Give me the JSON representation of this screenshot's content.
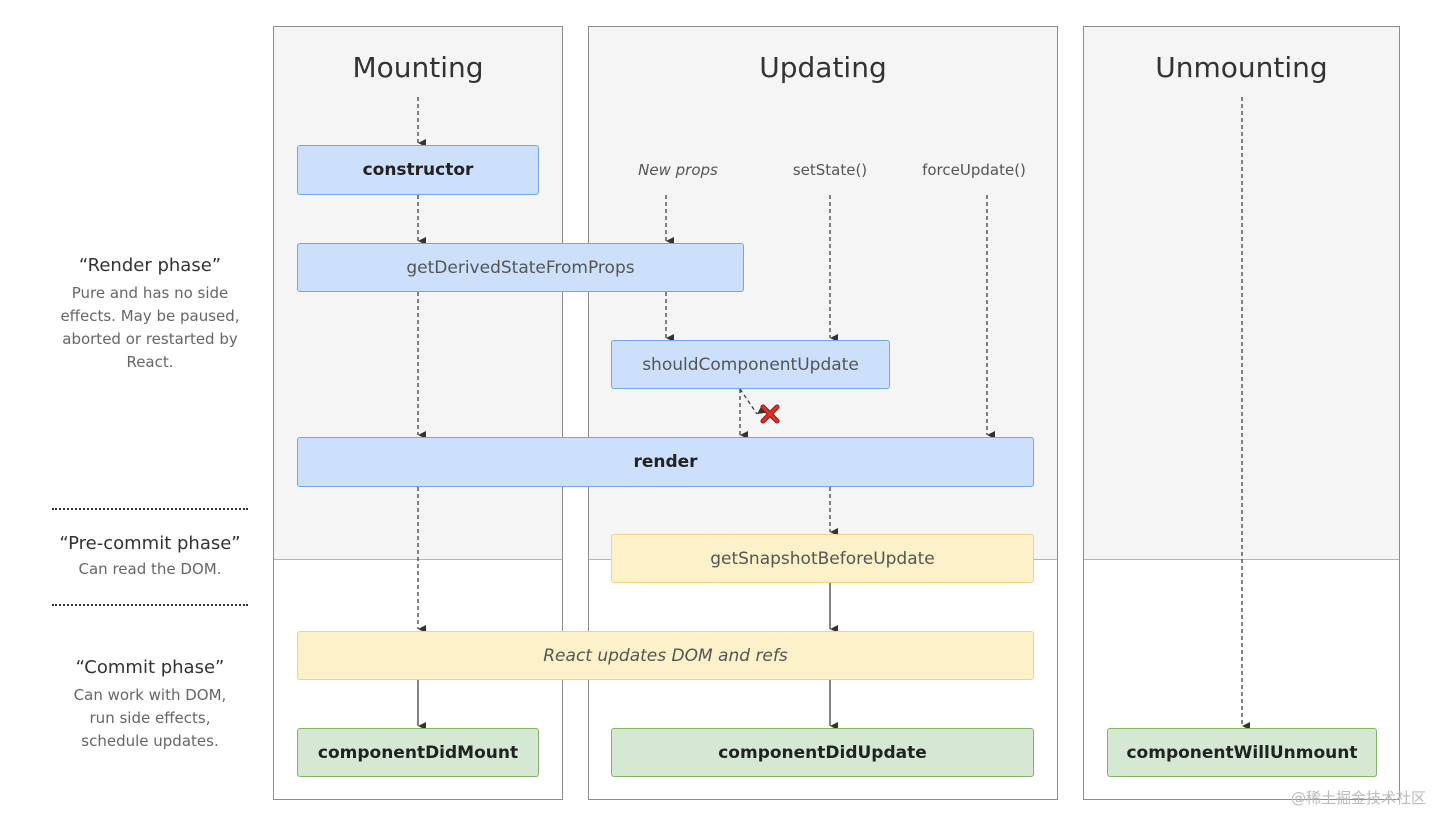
{
  "columns": {
    "mounting": "Mounting",
    "updating": "Updating",
    "unmounting": "Unmounting"
  },
  "triggers": {
    "new_props": "New props",
    "set_state": "setState()",
    "force_update": "forceUpdate()"
  },
  "methods": {
    "constructor": "constructor",
    "get_derived": "getDerivedStateFromProps",
    "should_update": "shouldComponentUpdate",
    "render": "render",
    "snapshot": "getSnapshotBeforeUpdate",
    "dom_update": "React updates DOM and refs",
    "did_mount": "componentDidMount",
    "did_update": "componentDidUpdate",
    "will_unmount": "componentWillUnmount"
  },
  "phases": {
    "render": {
      "title": "“Render phase”",
      "desc": [
        "Pure and has no side",
        "effects. May be paused,",
        "aborted or restarted by",
        "React."
      ]
    },
    "precommit": {
      "title": "“Pre-commit phase”",
      "desc": [
        "Can read the DOM."
      ]
    },
    "commit": {
      "title": "“Commit phase”",
      "desc": [
        "Can work with DOM,",
        "run side effects,",
        "schedule updates."
      ]
    }
  },
  "watermark": "@稀土掘金技术社区",
  "colors": {
    "render_phase_box": "#cce0fb",
    "commit_box": "#fdf1c9",
    "lifecycle_end_box": "#d5e8d4",
    "cancel_mark": "#d9261c"
  }
}
